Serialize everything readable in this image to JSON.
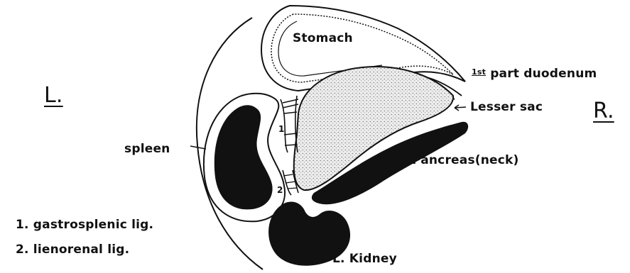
{
  "side_labels": {
    "left": "L.",
    "right": "R."
  },
  "structures": {
    "stomach": "Stomach",
    "duodenum_ord": "1st",
    "duodenum_rest": "part duodenum",
    "lesser_sac": "Lesser sac",
    "pancreas": "Pancreas(neck)",
    "spleen": "spleen",
    "kidney": "L. Kidney"
  },
  "markers": {
    "one": "1",
    "two": "2"
  },
  "legend": {
    "item1": "1. gastrosplenic lig.",
    "item2": "2. lienorenal  lig."
  },
  "colors": {
    "ink": "#111111",
    "background": "#ffffff",
    "stipple": "#dedede"
  }
}
